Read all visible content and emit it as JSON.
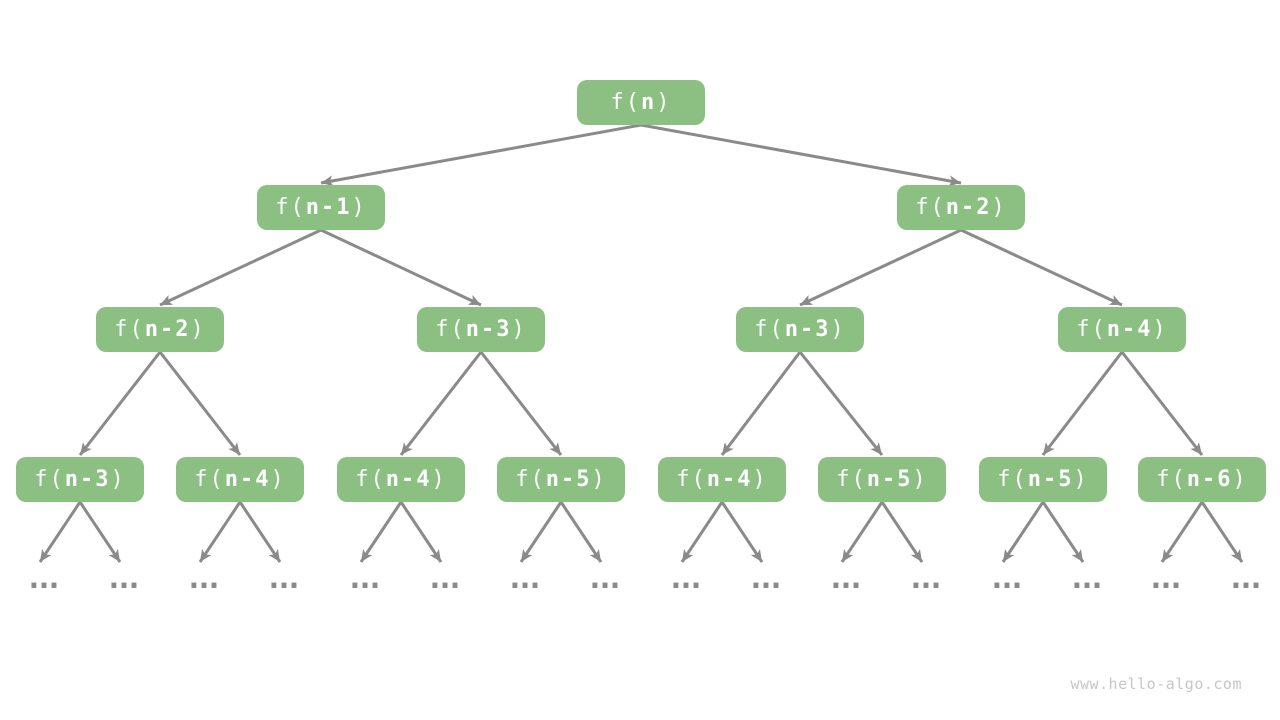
{
  "colors": {
    "node-green": "#8CC083",
    "node-text": "#FFFFFF",
    "arrow-gray": "#8A8A8A",
    "dots-gray": "#8A8A8A",
    "watermark-gray": "#C6C6C6",
    "background": "#FFFFFF"
  },
  "tree": {
    "description": "recursion tree of f(n) = f(n-1) + f(n-2)",
    "leaf_ellipsis": "...",
    "levels": [
      {
        "name": "level-1",
        "nodes": [
          {
            "pre": "f(",
            "arg": "n",
            "post": ")"
          }
        ]
      },
      {
        "name": "level-2",
        "nodes": [
          {
            "pre": "f(",
            "arg": "n-1",
            "post": ")"
          },
          {
            "pre": "f(",
            "arg": "n-2",
            "post": ")"
          }
        ]
      },
      {
        "name": "level-3",
        "nodes": [
          {
            "pre": "f(",
            "arg": "n-2",
            "post": ")"
          },
          {
            "pre": "f(",
            "arg": "n-3",
            "post": ")"
          },
          {
            "pre": "f(",
            "arg": "n-3",
            "post": ")"
          },
          {
            "pre": "f(",
            "arg": "n-4",
            "post": ")"
          }
        ]
      },
      {
        "name": "level-4",
        "nodes": [
          {
            "pre": "f(",
            "arg": "n-3",
            "post": ")"
          },
          {
            "pre": "f(",
            "arg": "n-4",
            "post": ")"
          },
          {
            "pre": "f(",
            "arg": "n-4",
            "post": ")"
          },
          {
            "pre": "f(",
            "arg": "n-5",
            "post": ")"
          },
          {
            "pre": "f(",
            "arg": "n-4",
            "post": ")"
          },
          {
            "pre": "f(",
            "arg": "n-5",
            "post": ")"
          },
          {
            "pre": "f(",
            "arg": "n-5",
            "post": ")"
          },
          {
            "pre": "f(",
            "arg": "n-6",
            "post": ")"
          }
        ]
      }
    ]
  },
  "watermark": "www.hello-algo.com"
}
